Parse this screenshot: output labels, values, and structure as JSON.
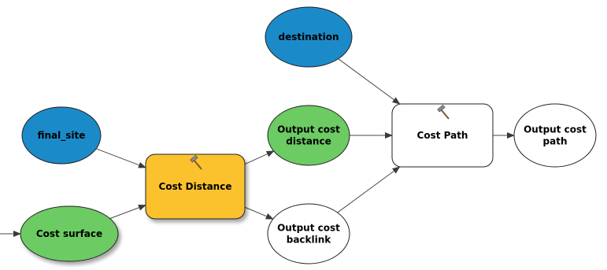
{
  "colors": {
    "input": "#1B8AC9",
    "output": "#6CCB63",
    "tool": "#FBC22E",
    "plain": "#FFFFFF",
    "stroke": "#222222",
    "arrow": "#4A4A4A"
  },
  "nodes": {
    "destination": {
      "lines": [
        "destination"
      ],
      "shape": "ellipse",
      "role": "input",
      "icon": ""
    },
    "final_site": {
      "lines": [
        "final_site"
      ],
      "shape": "ellipse",
      "role": "input",
      "icon": ""
    },
    "cost_surface": {
      "lines": [
        "Cost surface"
      ],
      "shape": "ellipse",
      "role": "output",
      "icon": ""
    },
    "cost_distance": {
      "lines": [
        "Cost Distance"
      ],
      "shape": "rounded-rect",
      "role": "tool",
      "icon": "hammer-icon"
    },
    "output_cost_distance": {
      "lines": [
        "Output cost",
        "distance"
      ],
      "shape": "ellipse",
      "role": "output",
      "icon": ""
    },
    "output_cost_backlink": {
      "lines": [
        "Output cost",
        "backlink"
      ],
      "shape": "ellipse",
      "role": "plain",
      "icon": ""
    },
    "cost_path": {
      "lines": [
        "Cost Path"
      ],
      "shape": "rounded-rect",
      "role": "plain",
      "icon": "hammer-icon"
    },
    "output_cost_path": {
      "lines": [
        "Output cost",
        "path"
      ],
      "shape": "ellipse",
      "role": "plain",
      "icon": ""
    }
  },
  "edges": [
    {
      "from": "final_site",
      "to": "cost_distance"
    },
    {
      "from": "cost_surface",
      "to": "cost_distance"
    },
    {
      "from": "cost_distance",
      "to": "output_cost_distance"
    },
    {
      "from": "cost_distance",
      "to": "output_cost_backlink"
    },
    {
      "from": "destination",
      "to": "cost_path"
    },
    {
      "from": "output_cost_distance",
      "to": "cost_path"
    },
    {
      "from": "output_cost_backlink",
      "to": "cost_path"
    },
    {
      "from": "cost_path",
      "to": "output_cost_path"
    },
    {
      "from": "offscreen_left",
      "to": "cost_surface"
    }
  ]
}
